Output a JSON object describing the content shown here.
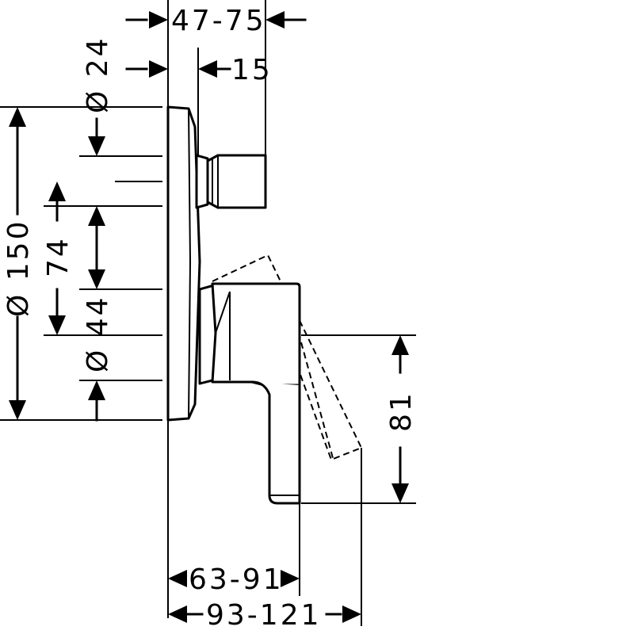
{
  "dimensions": {
    "depth_range_top": "47-75",
    "offset_15": "15",
    "dia_24": "Ø 24",
    "dia_150": "Ø 150",
    "dim_74": "74",
    "dia_44": "Ø 44",
    "dim_81": "81",
    "depth_range_63_91": "63-91",
    "depth_range_93_121": "93-121"
  }
}
